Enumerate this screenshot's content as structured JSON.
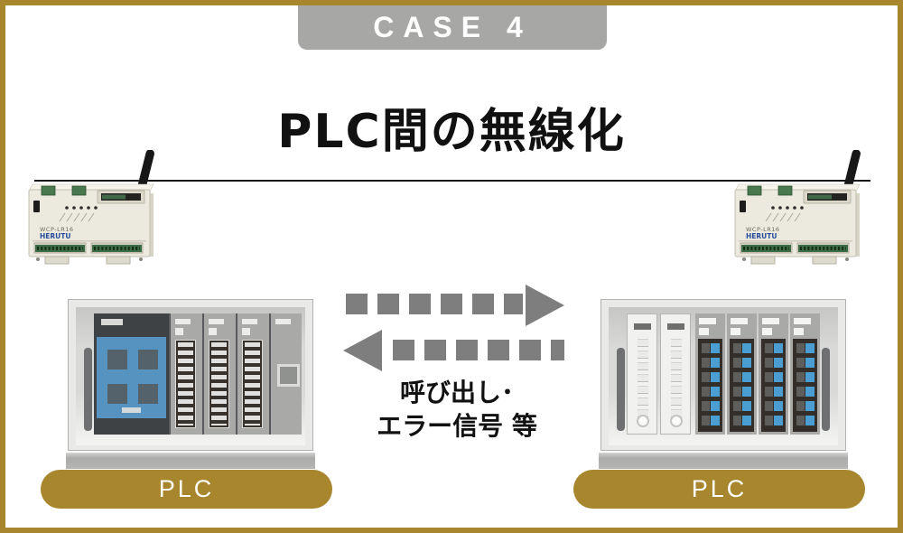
{
  "colors": {
    "gold": "#a8862d",
    "banner_gray": "#a7a7a5",
    "arrow_gray": "#7e7e7e",
    "ink": "#111111",
    "plc_blue": "#5793c0",
    "cell_blue": "#4a9ed2",
    "brand_blue": "#274b9b"
  },
  "banner": {
    "label": "CASE 4"
  },
  "title": {
    "text": "PLC間の無線化"
  },
  "wireless_units": {
    "left": {
      "model": "WCP-LR16",
      "brand": "HERUTU"
    },
    "right": {
      "model": "WCP-LR16",
      "brand": "HERUTU"
    }
  },
  "plc_labels": {
    "left": "PLC",
    "right": "PLC"
  },
  "signal_caption": {
    "line1": "呼び出し･",
    "line2": "エラー信号 等"
  }
}
